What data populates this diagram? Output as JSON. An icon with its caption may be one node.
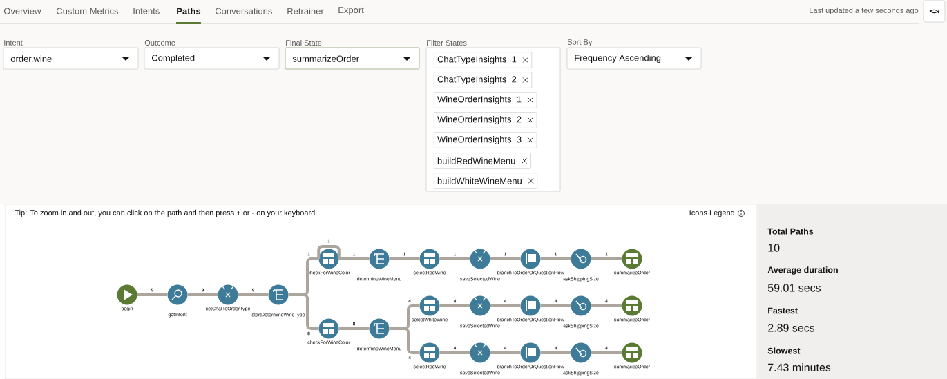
{
  "diagram": {
    "nodes": [
      {
        "text": [],
        "shape": "circle",
        "beside": [
          "begin"
        ]
      },
      {
        "text": [],
        "shape": "circle",
        "beside": [
          "getIntent"
        ]
      },
      {
        "text": [],
        "shape": "circle",
        "beside": [
          "setChatToOrderType"
        ]
      },
      {
        "text": [],
        "shape": "circle",
        "beside": [
          "startDetermineWineType"
        ]
      },
      {
        "text": [],
        "shape": "circle",
        "beside": [
          "checkForWineColor"
        ]
      },
      {
        "text": [],
        "shape": "circle",
        "beside": [
          "determineWineMenu"
        ]
      },
      {
        "text": [],
        "shape": "circle",
        "beside": [
          "selectRedWine"
        ]
      },
      {
        "text": [],
        "shape": "circle",
        "beside": [
          "saveSelectedWine"
        ]
      },
      {
        "text": [],
        "shape": "circle",
        "beside": [
          "branchToOrderOrQuestionFlow"
        ]
      },
      {
        "text": [],
        "shape": "circle",
        "beside": [
          "askShippingSize"
        ]
      },
      {
        "text": [],
        "shape": "circle",
        "beside": [
          "summarizeOrder"
        ]
      },
      {
        "text": [],
        "shape": "circle",
        "beside": [
          "checkForWineColor"
        ]
      },
      {
        "text": [],
        "shape": "circle",
        "beside": [
          "determineWineMenu"
        ]
      },
      {
        "text": [],
        "shape": "circle",
        "beside": [
          "selectWhiteWine"
        ]
      },
      {
        "text": [],
        "shape": "circle",
        "beside": [
          "saveSelectedWine"
        ]
      },
      {
        "text": [],
        "shape": "circle",
        "beside": [
          "branchToOrderOrQuestionFlow"
        ]
      },
      {
        "text": [],
        "shape": "circle",
        "beside": [
          "askShippingSize"
        ]
      },
      {
        "text": [],
        "shape": "circle",
        "beside": [
          "summarizeOrder"
        ]
      },
      {
        "text": [],
        "shape": "circle",
        "beside": [
          "selectRedWine"
        ]
      },
      {
        "text": [],
        "shape": "circle",
        "beside": [
          "saveSelectedWine"
        ]
      },
      {
        "text": [],
        "shape": "circle",
        "beside": [
          "branchToOrderOrQuestionFlow"
        ]
      },
      {
        "text": [],
        "shape": "circle",
        "beside": [
          "askShippingSize"
        ]
      },
      {
        "text": [],
        "shape": "circle",
        "beside": [
          "summarizeOrder"
        ]
      }
    ],
    "edges": [
      {
        "from": 0,
        "to": 1,
        "arrow": "none",
        "label": "9"
      },
      {
        "from": 1,
        "to": 2,
        "arrow": "none",
        "label": "9"
      },
      {
        "from": 2,
        "to": 3,
        "arrow": "none",
        "label": "9"
      },
      {
        "from": 3,
        "to": 4,
        "arrow": "none",
        "label": "1"
      },
      {
        "from": 4,
        "to": 4,
        "arrow": "none",
        "label": "1"
      },
      {
        "from": 4,
        "to": 5,
        "arrow": "none",
        "label": "1"
      },
      {
        "from": 5,
        "to": 6,
        "arrow": "none",
        "label": "1"
      },
      {
        "from": 6,
        "to": 7,
        "arrow": "none",
        "label": "1"
      },
      {
        "from": 7,
        "to": 8,
        "arrow": "none",
        "label": "1"
      },
      {
        "from": 8,
        "to": 9,
        "arrow": "none",
        "label": "1"
      },
      {
        "from": 9,
        "to": 10,
        "arrow": "none",
        "label": "1"
      },
      {
        "from": 3,
        "to": 11,
        "arrow": "none",
        "label": "8"
      },
      {
        "from": 11,
        "to": 12,
        "arrow": "none",
        "label": "8"
      },
      {
        "from": 12,
        "to": 13,
        "arrow": "none",
        "label": "4"
      },
      {
        "from": 13,
        "to": 14,
        "arrow": "none",
        "label": "4"
      },
      {
        "from": 14,
        "to": 15,
        "arrow": "none",
        "label": "4"
      },
      {
        "from": 15,
        "to": 16,
        "arrow": "none",
        "label": "4"
      },
      {
        "from": 16,
        "to": 17,
        "arrow": "none",
        "label": "4"
      },
      {
        "from": 12,
        "to": 18,
        "arrow": "none",
        "label": "4"
      },
      {
        "from": 18,
        "to": 19,
        "arrow": "none",
        "label": "4"
      },
      {
        "from": 19,
        "to": 20,
        "arrow": "none",
        "label": "4"
      },
      {
        "from": 20,
        "to": 21,
        "arrow": "none",
        "label": "4"
      },
      {
        "from": 21,
        "to": 22,
        "arrow": "none",
        "label": "4"
      }
    ],
    "labels": [
      "Overview",
      "Custom Metrics",
      "Intents",
      "Paths",
      "Conversations",
      "Retrainer",
      "Export",
      "Last updated a few seconds ago",
      "Intent",
      "order.wine",
      "Outcome",
      "Completed",
      "Final State",
      "summarizeOrder",
      "Filter States",
      "ChatTypeInsights_1",
      "ChatTypeInsights_2",
      "WineOrderInsights_1",
      "WineOrderInsights_2",
      "WineOrderInsights_3",
      "buildRedWineMenu",
      "buildWhiteWineMenu",
      "Sort By",
      "Frequency Ascending",
      "Tip: To zoom in and out, you can click on the path and then press + or - on your keyboard.",
      "Icons Legend",
      "Total Paths",
      "10",
      "Average duration",
      "59.01 secs",
      "Fastest",
      "2.89 secs",
      "Slowest",
      "7.43 minutes"
    ]
  }
}
